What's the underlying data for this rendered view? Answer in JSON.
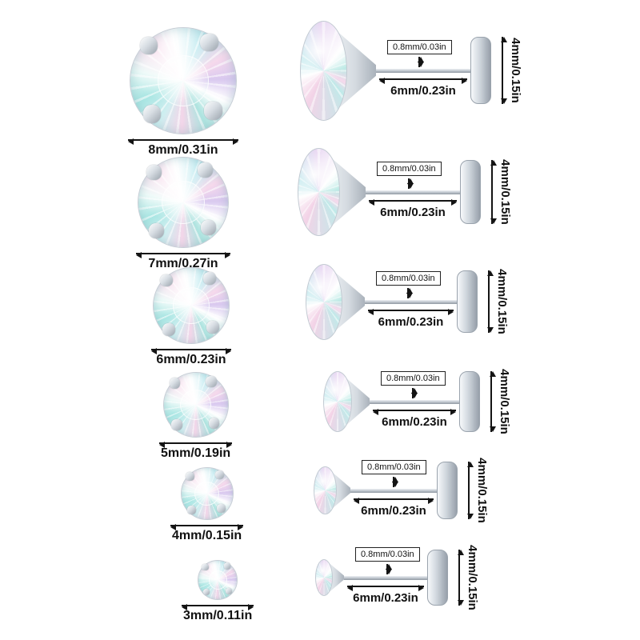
{
  "colors": {
    "background": "#ffffff",
    "silver": "#c4cbd2",
    "annotation": "#141414",
    "gem_aqua": "#aee4e0",
    "gem_pink": "#f4cfe5"
  },
  "rows": [
    {
      "size_label": "8mm/0.31in",
      "post_thickness_label": "0.8mm/0.03in",
      "post_length_label": "6mm/0.23in",
      "back_height_label": "4mm/0.15in"
    },
    {
      "size_label": "7mm/0.27in",
      "post_thickness_label": "0.8mm/0.03in",
      "post_length_label": "6mm/0.23in",
      "back_height_label": "4mm/0.15in"
    },
    {
      "size_label": "6mm/0.23in",
      "post_thickness_label": "0.8mm/0.03in",
      "post_length_label": "6mm/0.23in",
      "back_height_label": "4mm/0.15in"
    },
    {
      "size_label": "5mm/0.19in",
      "post_thickness_label": "0.8mm/0.03in",
      "post_length_label": "6mm/0.23in",
      "back_height_label": "4mm/0.15in"
    },
    {
      "size_label": "4mm/0.15in",
      "post_thickness_label": "0.8mm/0.03in",
      "post_length_label": "6mm/0.23in",
      "back_height_label": "4mm/0.15in"
    },
    {
      "size_label": "3mm/0.11in",
      "post_thickness_label": "0.8mm/0.03in",
      "post_length_label": "6mm/0.23in",
      "back_height_label": "4mm/0.15in"
    }
  ]
}
